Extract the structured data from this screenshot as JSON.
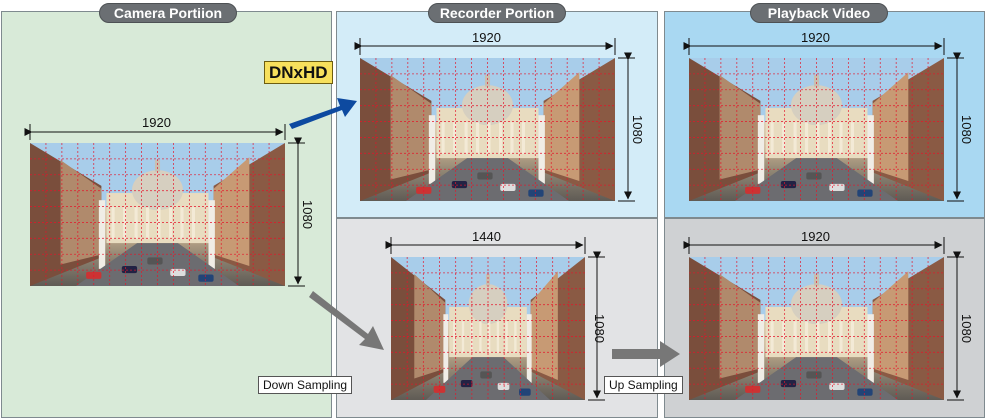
{
  "sections": {
    "camera": {
      "title": "Camera Portiion",
      "bg": "#d8ead8"
    },
    "recorder": {
      "title": "Recorder Portion",
      "bg_top": "#d3ecf8",
      "bg_bottom": "#e2e3e5"
    },
    "playback": {
      "title": "Playback Video",
      "bg_top": "#a9d8f2",
      "bg_bottom": "#cfd1d3"
    }
  },
  "frames": {
    "camera": {
      "width_label": "1920",
      "height_label": "1080"
    },
    "recorder_hd": {
      "width_label": "1920",
      "height_label": "1080"
    },
    "recorder_down": {
      "width_label": "1440",
      "height_label": "1080"
    },
    "playback_top": {
      "width_label": "1920",
      "height_label": "1080"
    },
    "playback_bottom": {
      "width_label": "1920",
      "height_label": "1080"
    }
  },
  "labels": {
    "codec": "DNxHD",
    "down_sampling": "Down Sampling",
    "up_sampling": "Up Sampling"
  },
  "colors": {
    "arrow_blue": "#0d4aa0",
    "arrow_gray": "#777777",
    "grid_red": "#e6142a",
    "codec_badge": "#f7e05c"
  }
}
